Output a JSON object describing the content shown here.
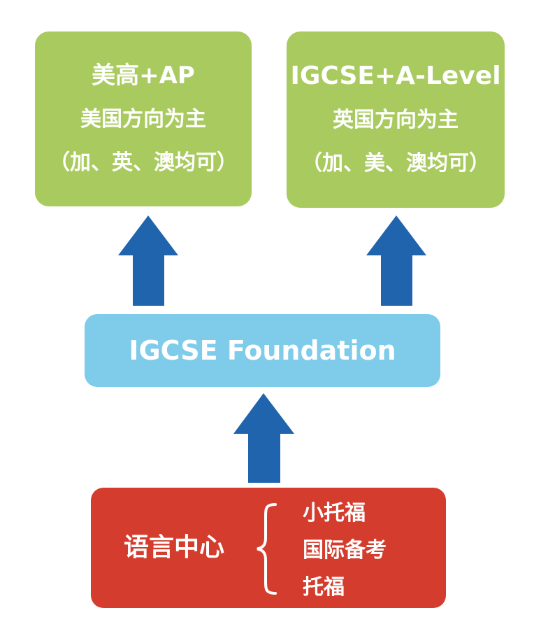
{
  "colors": {
    "green_box": "#a8ca5e",
    "blue_box": "#7ecbea",
    "red_box": "#d43d2e",
    "arrow": "#1f64ad",
    "text": "#ffffff"
  },
  "top_left": {
    "title": "美高+AP",
    "line1": "美国方向为主",
    "line2": "（加、英、澳均可）"
  },
  "top_right": {
    "title": "IGCSE+A-Level",
    "line1": "英国方向为主",
    "line2": "（加、美、澳均可）"
  },
  "middle": {
    "label": "IGCSE Foundation"
  },
  "bottom": {
    "label": "语言中心",
    "items": [
      "小托福",
      "国际备考",
      "托福"
    ]
  },
  "arrows": [
    "up-arrow",
    "up-arrow",
    "up-arrow"
  ]
}
